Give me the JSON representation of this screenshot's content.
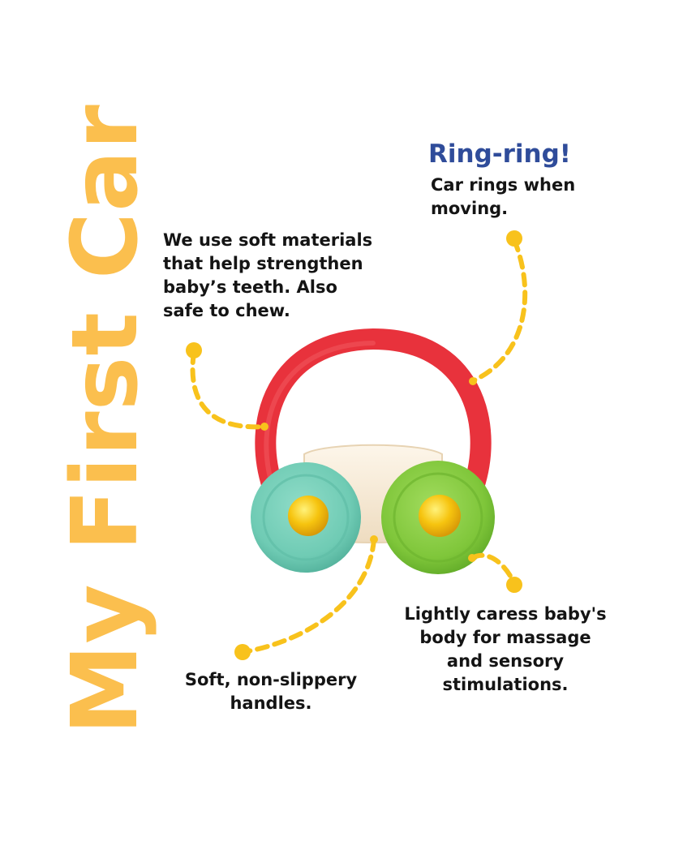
{
  "title": "My First Car",
  "callouts": {
    "ring": {
      "heading": "Ring-ring!",
      "lines": [
        "Car rings when",
        "moving."
      ]
    },
    "materials": {
      "lines": [
        "We use soft materials",
        "that help strengthen",
        "baby’s teeth. Also",
        "safe to chew."
      ]
    },
    "handles": {
      "lines": [
        "Soft, non-slippery",
        "handles."
      ]
    },
    "massage": {
      "lines": [
        "Lightly caress baby's",
        "body for massage",
        "and sensory",
        "stimulations."
      ]
    }
  },
  "colors": {
    "title": "#fbbf4e",
    "heading": "#2f4c9a",
    "text": "#141414",
    "leader_dots": "#f8c21c",
    "handle_red": "#e8323c",
    "body_cream": "#f7ebd8",
    "wheel_teal": "#6fcbb4",
    "wheel_green": "#7fc63a",
    "hub_yellow": "#f6c40f"
  },
  "icons": {
    "product": "toy-car-rattle-icon"
  }
}
